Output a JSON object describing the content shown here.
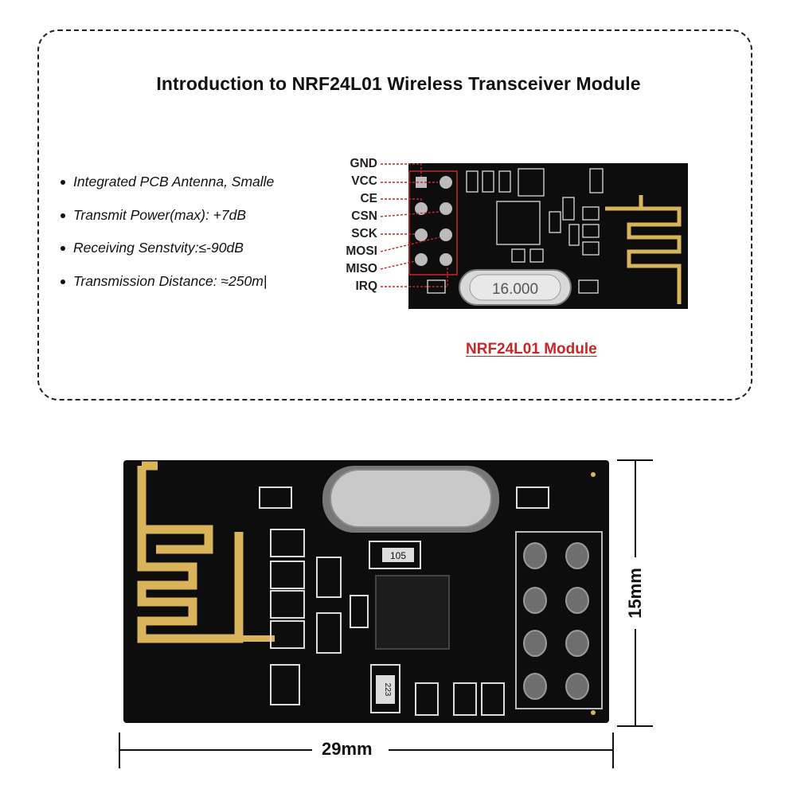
{
  "header": {
    "title": "Introduction to NRF24L01 Wireless Transceiver Module"
  },
  "features": [
    "Integrated PCB Antenna, Smalle",
    "Transmit Power(max): +7dB",
    "Receiving Senstvity:≤-90dB",
    "Transmission Distance: ≈250m|"
  ],
  "pins": [
    "GND",
    "VCC",
    "CE",
    "CSN",
    "SCK",
    "MOSI",
    "MISO",
    "IRQ"
  ],
  "module": {
    "caption": "NRF24L01 Module",
    "crystal_label": "16.000",
    "component_labels": [
      "105",
      "223"
    ]
  },
  "dimensions": {
    "width": "29mm",
    "height": "15mm"
  },
  "colors": {
    "pcb": "#0d0d0d",
    "gold": "#d9b45a",
    "pin_pointer": "#c62828",
    "caption": "#c62828"
  }
}
